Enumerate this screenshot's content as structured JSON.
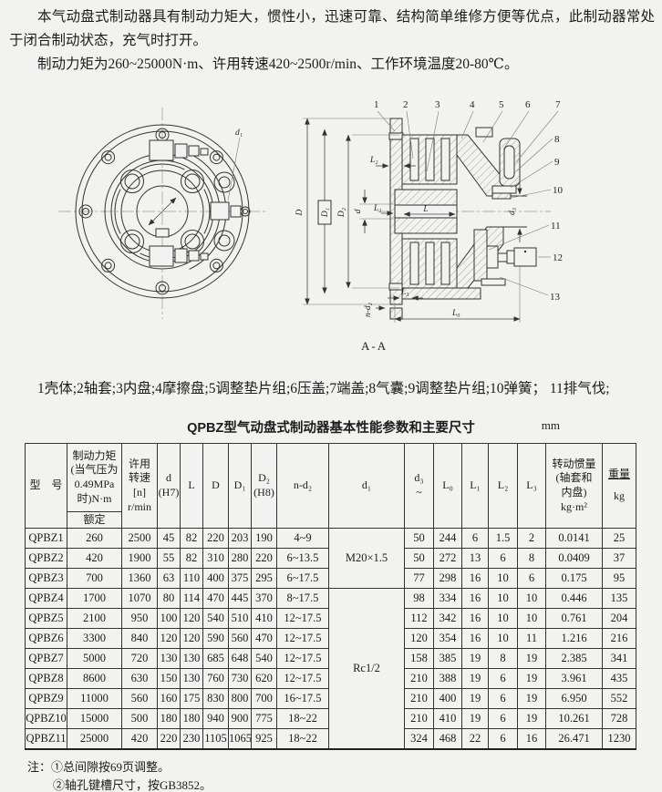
{
  "intro": {
    "para1": "本气动盘式制动器具有制动力矩大，惯性小，迅速可靠、结构简单维修方便等优点，此制动器常处于闭合制动状态，充气时打开。",
    "para2": "制动力矩为260~25000N·m、许用转速420~2500r/min、工作环境温度20-80℃。"
  },
  "figure": {
    "caption_parts": "1壳体;2轴套;3内盘;4摩擦盘;5调整垫片组;6压盖;7端盖;8气囊;9调整垫片组;10弹簧； 11排气伐;",
    "callouts": [
      "1",
      "2",
      "3",
      "4",
      "5",
      "6",
      "7",
      "8",
      "9",
      "10",
      "11",
      "12",
      "13"
    ],
    "labels": {
      "d1": "d₁",
      "d": "d",
      "d3": "d₃",
      "D": "D",
      "D1": "D₁",
      "D2": "D₂",
      "L": "L",
      "L0": "L₀",
      "L1": "L₁",
      "L2": "L₂",
      "L3": "L₃",
      "n_d2": "n-d₂",
      "section": "A-A"
    }
  },
  "table": {
    "title": "QPBZ型气动盘式制动器基本性能参数和主要尺寸",
    "unit": "mm",
    "headers": {
      "model": "型　号",
      "torque": "制动力矩\n(当气压为\n0.49MPa\n时)N·m",
      "torque_sub": "额定",
      "speed": "许用\n转速\n[n]\nr/min",
      "d": "d\n(H7)",
      "L": "L",
      "D": "D",
      "D1": "D₁",
      "D2": "D₂\n(H8)",
      "n_d2": "n-d₂",
      "d1": "d₁",
      "d3": "d₃\n~",
      "L0": "L₀",
      "L1": "L₁",
      "L2": "L₂",
      "L3": "L₃",
      "inertia": "转动惯量\n(轴套和\n内盘)\nkg·m²",
      "weight_label": "重量",
      "weight_unit": "kg"
    },
    "col_keys": [
      "model",
      "torque",
      "speed",
      "d",
      "L",
      "D",
      "D1",
      "D2",
      "n-d2",
      "d3",
      "L0",
      "L1",
      "L2",
      "L3",
      "inertia",
      "weight"
    ],
    "d1_groups": [
      {
        "row": 0,
        "span": 3,
        "label": "M20×1.5"
      },
      {
        "row": 3,
        "span": 8,
        "label": "Rc1/2"
      }
    ],
    "rows": [
      [
        "QPBZ1",
        "260",
        "2500",
        "45",
        "82",
        "220",
        "203",
        "190",
        "4~9",
        "50",
        "244",
        "6",
        "1.5",
        "2",
        "0.0141",
        "25"
      ],
      [
        "QPBZ2",
        "420",
        "1900",
        "55",
        "82",
        "310",
        "280",
        "220",
        "6~13.5",
        "50",
        "272",
        "13",
        "6",
        "8",
        "0.0409",
        "37"
      ],
      [
        "QPBZ3",
        "700",
        "1360",
        "63",
        "110",
        "400",
        "375",
        "295",
        "6~17.5",
        "77",
        "298",
        "16",
        "10",
        "6",
        "0.175",
        "95"
      ],
      [
        "QPBZ4",
        "1700",
        "1070",
        "80",
        "114",
        "470",
        "445",
        "370",
        "8~17.5",
        "98",
        "334",
        "16",
        "10",
        "10",
        "0.446",
        "135"
      ],
      [
        "QPBZ5",
        "2100",
        "950",
        "100",
        "120",
        "540",
        "510",
        "410",
        "12~17.5",
        "112",
        "342",
        "16",
        "10",
        "10",
        "0.761",
        "204"
      ],
      [
        "QPBZ6",
        "3300",
        "840",
        "120",
        "120",
        "590",
        "560",
        "470",
        "12~17.5",
        "120",
        "354",
        "16",
        "10",
        "11",
        "1.216",
        "216"
      ],
      [
        "QPBZ7",
        "5000",
        "720",
        "130",
        "130",
        "685",
        "648",
        "540",
        "12~17.5",
        "158",
        "385",
        "19",
        "8",
        "19",
        "2.385",
        "341"
      ],
      [
        "QPBZ8",
        "8600",
        "630",
        "150",
        "130",
        "760",
        "730",
        "620",
        "12~17.5",
        "210",
        "388",
        "19",
        "6",
        "19",
        "3.961",
        "435"
      ],
      [
        "QPBZ9",
        "11000",
        "560",
        "160",
        "175",
        "830",
        "800",
        "700",
        "16~17.5",
        "210",
        "400",
        "19",
        "6",
        "19",
        "6.950",
        "552"
      ],
      [
        "QPBZ10",
        "15000",
        "500",
        "180",
        "180",
        "940",
        "900",
        "775",
        "18~22",
        "210",
        "410",
        "19",
        "6",
        "19",
        "10.261",
        "728"
      ],
      [
        "QPBZ11",
        "25000",
        "420",
        "220",
        "230",
        "1105",
        "1065",
        "925",
        "18~22",
        "324",
        "468",
        "22",
        "6",
        "16",
        "26.471",
        "1230"
      ]
    ]
  },
  "notes": {
    "label": "注：",
    "note1": "①总间隙按69页调整。",
    "note2": "②轴孔键槽尺寸，按GB3852。"
  }
}
